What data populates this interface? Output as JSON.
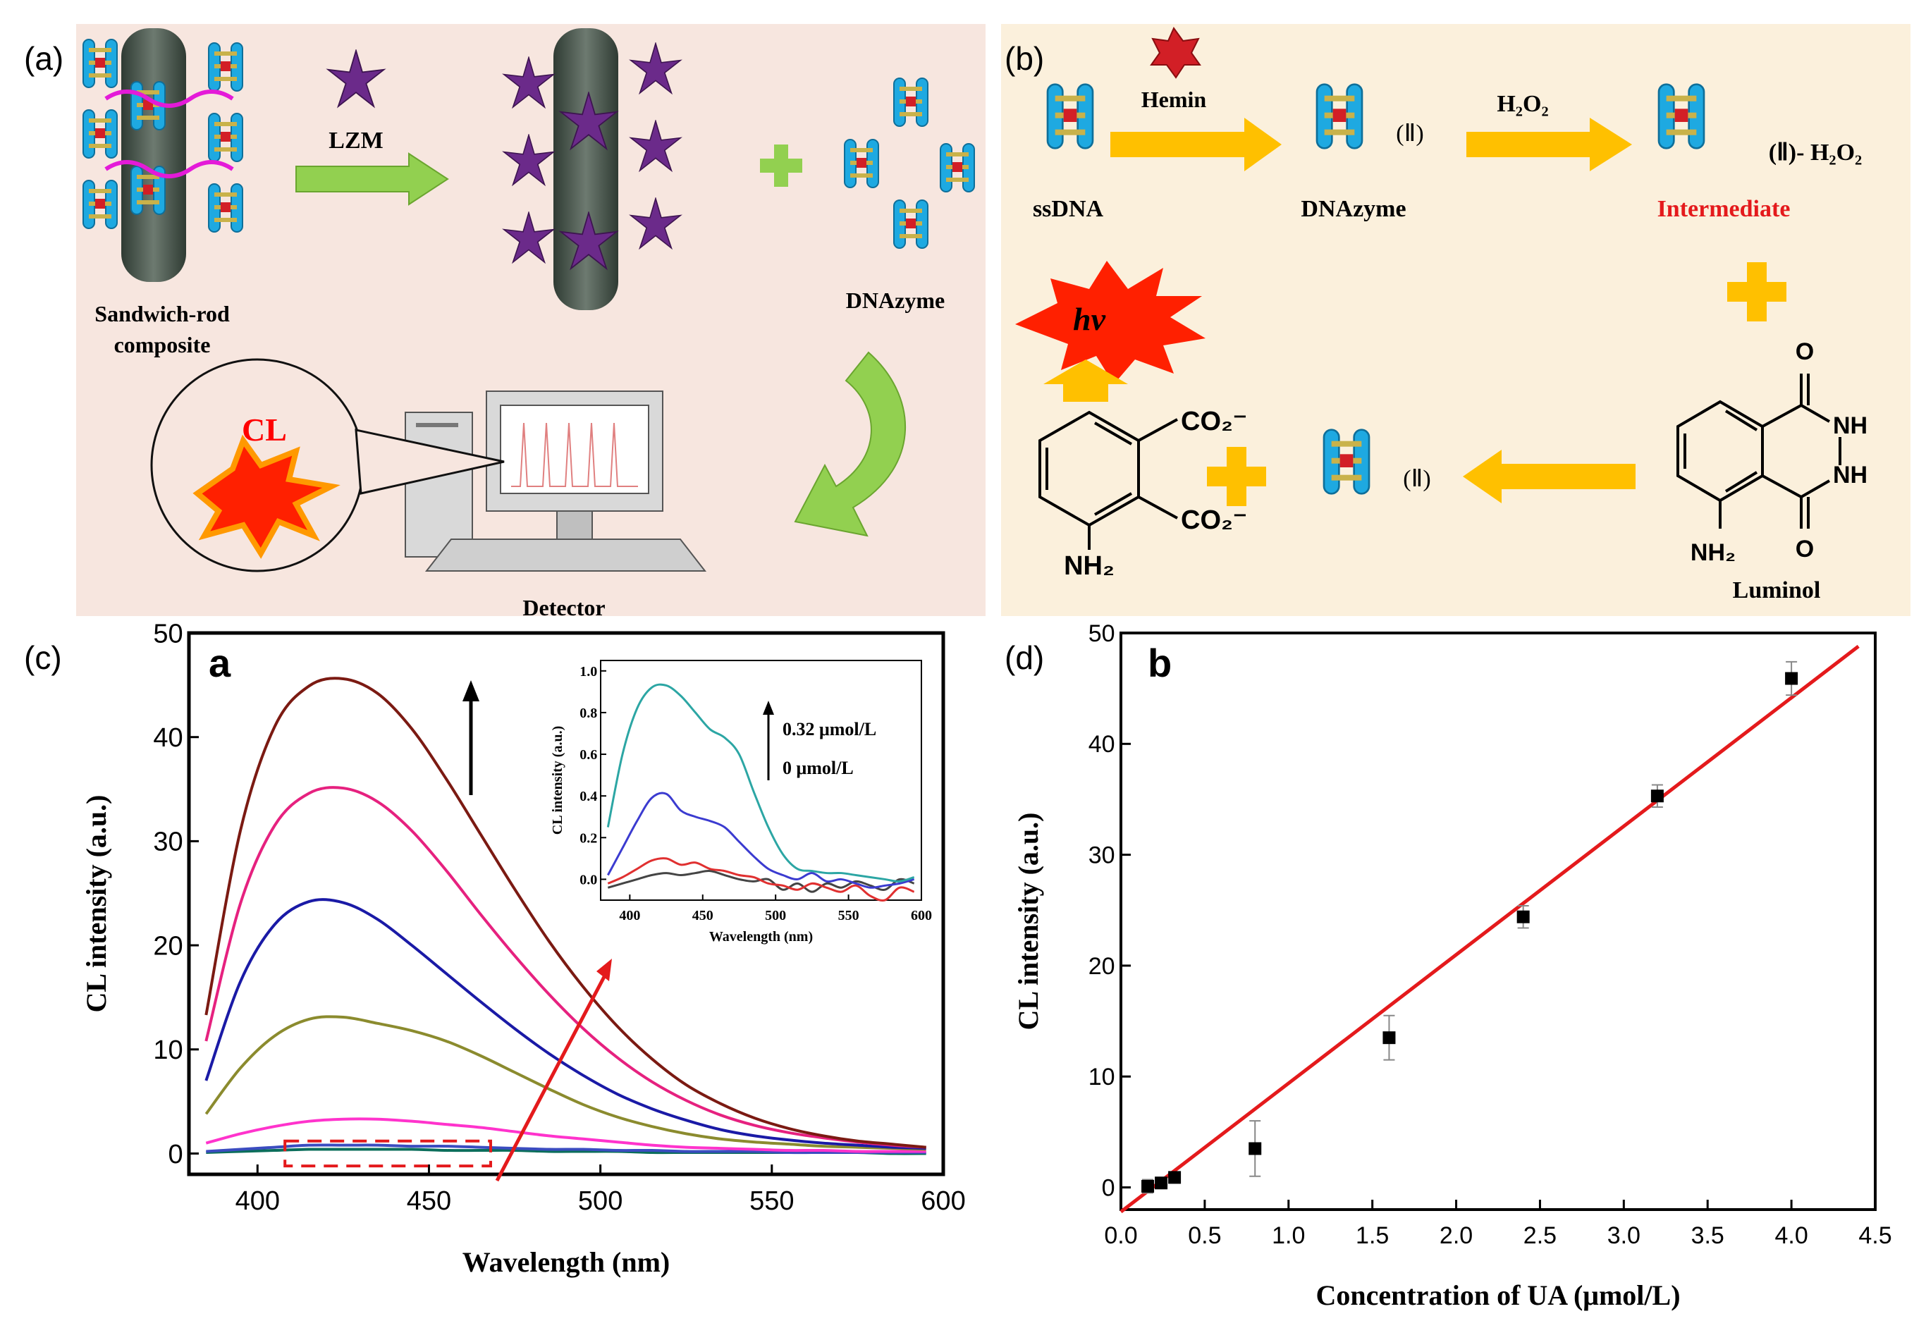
{
  "panel_labels": {
    "a": "(a)",
    "b": "(b)",
    "c": "(c)",
    "d": "(d)"
  },
  "colors": {
    "panel_a_bg": "#f7e6df",
    "panel_b_bg": "#fbf0dc",
    "arrow_green": "#92d050",
    "arrow_gold": "#ffc000",
    "cl_red": "#ff0000",
    "fit_line": "#e41a1c"
  },
  "panel_a": {
    "composite_label_1": "Sandwich-rod",
    "composite_label_2": "composite",
    "reagent_label": "LZM",
    "dnazyme_label": "DNAzyme",
    "cl_label": "CL",
    "detector_label": "Detector"
  },
  "panel_b": {
    "ssdna_label": "ssDNA",
    "hemin_label": "Hemin",
    "dnazyme_label": "DNAzyme",
    "complex_label": "(Ⅱ)",
    "h2o2_label": "H₂O₂",
    "intermediate_label": "(Ⅱ)- H₂O₂",
    "intermediate_name": "Intermediate",
    "hv_label": "hv",
    "luminol_label": "Luminol",
    "product_co2_top": "CO₂⁻",
    "product_co2_bottom": "CO₂⁻",
    "product_nh2": "NH₂",
    "luminol_nh2": "NH₂",
    "luminol_o_top": "O",
    "luminol_o_bottom": "O",
    "luminol_nh_top": "NH",
    "luminol_nh_bottom": "NH",
    "recycled_label": "(Ⅱ)"
  },
  "chart_data": [
    {
      "type": "line",
      "panel_tag": "a",
      "xlabel": "Wavelength (nm)",
      "ylabel": "CL intensity (a.u.)",
      "xlim": [
        380,
        600
      ],
      "ylim": [
        -2,
        50
      ],
      "xticks": [
        400,
        450,
        500,
        550,
        600
      ],
      "yticks": [
        0,
        10,
        20,
        30,
        40,
        50
      ],
      "x": [
        385,
        395,
        405,
        415,
        425,
        435,
        445,
        455,
        465,
        475,
        485,
        495,
        505,
        515,
        525,
        535,
        545,
        555,
        565,
        575,
        585,
        595
      ],
      "series": [
        {
          "color": "#0b6e5b",
          "values": [
            0.1,
            0.2,
            0.3,
            0.4,
            0.4,
            0.4,
            0.4,
            0.3,
            0.3,
            0.3,
            0.2,
            0.2,
            0.2,
            0.1,
            0.1,
            0.1,
            0.1,
            0.1,
            0.1,
            0.1,
            0.0,
            0.0
          ]
        },
        {
          "color": "#3b4cc0",
          "values": [
            0.2,
            0.4,
            0.6,
            0.8,
            0.8,
            0.8,
            0.7,
            0.7,
            0.6,
            0.5,
            0.4,
            0.4,
            0.3,
            0.3,
            0.2,
            0.2,
            0.2,
            0.1,
            0.1,
            0.1,
            0.1,
            0.1
          ]
        },
        {
          "color": "#ff33cc",
          "values": [
            1.0,
            1.9,
            2.6,
            3.1,
            3.3,
            3.3,
            3.1,
            2.8,
            2.5,
            2.1,
            1.7,
            1.4,
            1.1,
            0.8,
            0.6,
            0.5,
            0.4,
            0.3,
            0.3,
            0.2,
            0.2,
            0.2
          ]
        },
        {
          "color": "#8b8b2e",
          "values": [
            3.8,
            8.2,
            11.3,
            12.9,
            13.1,
            12.5,
            11.8,
            10.8,
            9.4,
            7.8,
            6.2,
            4.7,
            3.5,
            2.6,
            1.9,
            1.4,
            1.1,
            0.9,
            0.7,
            0.6,
            0.5,
            0.4
          ]
        },
        {
          "color": "#1a1aa6",
          "values": [
            7.0,
            16.5,
            22.0,
            24.2,
            24.1,
            22.5,
            20.0,
            17.3,
            14.6,
            12.0,
            9.6,
            7.5,
            5.7,
            4.3,
            3.2,
            2.3,
            1.7,
            1.3,
            1.0,
            0.8,
            0.6,
            0.5
          ]
        },
        {
          "color": "#e6217f",
          "values": [
            10.8,
            24.0,
            31.5,
            34.6,
            35.1,
            33.8,
            31.0,
            27.2,
            23.0,
            19.0,
            15.3,
            12.0,
            9.2,
            6.9,
            5.1,
            3.7,
            2.7,
            2.0,
            1.5,
            1.1,
            0.8,
            0.6
          ]
        },
        {
          "color": "#7b1a12",
          "values": [
            13.3,
            31.0,
            41.0,
            44.9,
            45.6,
            44.2,
            40.8,
            36.0,
            30.7,
            25.4,
            20.4,
            16.0,
            12.2,
            9.1,
            6.6,
            4.8,
            3.4,
            2.4,
            1.7,
            1.2,
            0.9,
            0.6
          ]
        }
      ],
      "inset": {
        "xlabel": "Wavelength (nm)",
        "ylabel": "CL intensity (a.u.)",
        "xlim": [
          380,
          600
        ],
        "ylim": [
          -0.1,
          1.05
        ],
        "xticks": [
          400,
          450,
          500,
          550,
          600
        ],
        "yticks": [
          0.0,
          0.2,
          0.4,
          0.6,
          0.8,
          1.0
        ],
        "legend_high": "0.32 μmol/L",
        "legend_low": "0 μmol/L",
        "x": [
          385,
          395,
          405,
          415,
          425,
          435,
          445,
          455,
          465,
          475,
          485,
          495,
          505,
          515,
          525,
          535,
          545,
          555,
          565,
          575,
          585,
          595
        ],
        "series": [
          {
            "color": "#444444",
            "values": [
              -0.04,
              -0.02,
              0.0,
              0.02,
              0.03,
              0.02,
              0.03,
              0.04,
              0.02,
              0.0,
              -0.01,
              0.0,
              -0.05,
              -0.02,
              -0.06,
              -0.02,
              -0.04,
              -0.01,
              -0.03,
              -0.05,
              0.0,
              -0.02
            ]
          },
          {
            "color": "#e03030",
            "values": [
              -0.02,
              0.01,
              0.05,
              0.09,
              0.1,
              0.07,
              0.08,
              0.05,
              0.04,
              0.02,
              0.01,
              -0.02,
              -0.03,
              -0.05,
              -0.02,
              -0.04,
              -0.06,
              -0.03,
              -0.08,
              -0.1,
              -0.04,
              -0.06
            ]
          },
          {
            "color": "#3b3bd0",
            "values": [
              0.02,
              0.15,
              0.28,
              0.39,
              0.41,
              0.33,
              0.3,
              0.28,
              0.25,
              0.18,
              0.11,
              0.05,
              0.02,
              0.0,
              0.03,
              -0.01,
              0.0,
              -0.02,
              -0.04,
              -0.03,
              -0.02,
              0.0
            ]
          },
          {
            "color": "#2ca6a4",
            "values": [
              0.25,
              0.6,
              0.82,
              0.92,
              0.93,
              0.88,
              0.8,
              0.72,
              0.68,
              0.6,
              0.42,
              0.25,
              0.12,
              0.05,
              0.04,
              0.03,
              0.03,
              0.02,
              0.01,
              0.0,
              -0.01,
              0.01
            ]
          }
        ]
      }
    },
    {
      "type": "scatter",
      "panel_tag": "b",
      "xlabel": "Concentration of UA (μmol/L)",
      "ylabel": "CL intensity (a.u.)",
      "xlim": [
        0.0,
        4.5
      ],
      "ylim": [
        -2,
        50
      ],
      "xticks": [
        0.0,
        0.5,
        1.0,
        1.5,
        2.0,
        2.5,
        3.0,
        3.5,
        4.0,
        4.5
      ],
      "yticks": [
        0,
        10,
        20,
        30,
        40,
        50
      ],
      "points": [
        {
          "x": 0.16,
          "y": 0.1,
          "err": 0.6
        },
        {
          "x": 0.24,
          "y": 0.4,
          "err": 0.5
        },
        {
          "x": 0.32,
          "y": 0.9,
          "err": 0.5
        },
        {
          "x": 0.8,
          "y": 3.5,
          "err": 2.5
        },
        {
          "x": 1.6,
          "y": 13.5,
          "err": 2.0
        },
        {
          "x": 2.4,
          "y": 24.4,
          "err": 1.0
        },
        {
          "x": 3.2,
          "y": 35.3,
          "err": 1.0
        },
        {
          "x": 4.0,
          "y": 45.9,
          "err": 1.5
        }
      ],
      "fit_line": {
        "x": [
          0.0,
          4.4
        ],
        "y": [
          -2.2,
          48.8
        ]
      }
    }
  ]
}
